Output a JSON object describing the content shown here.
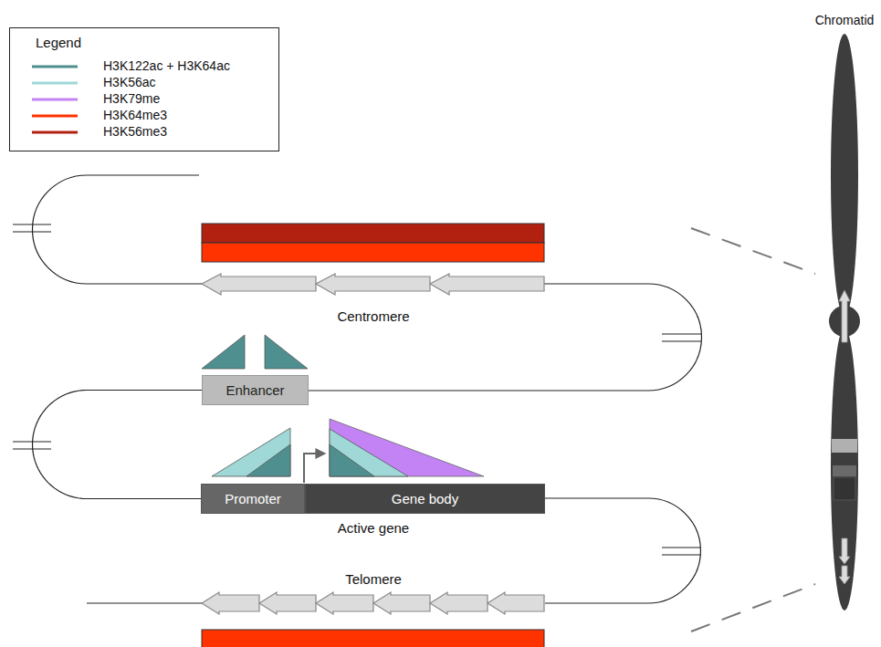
{
  "diagram": {
    "nodes": [
      {
        "text": [
          "Enhancer"
        ]
      },
      {
        "text": [
          "Promoter"
        ]
      },
      {
        "text": [
          "Gene body"
        ]
      }
    ],
    "edges": [
      {
        "from": 0,
        "to": 1,
        "arrow": "none"
      }
    ],
    "labels": [
      "Legend",
      "Centromere",
      "Active gene",
      "Telomere",
      "Chromatid"
    ],
    "legend": [
      {
        "text": "H3K122ac + H3K64ac",
        "color": "#4f8f8f"
      },
      {
        "text": "H3K56ac",
        "color": "#9fd8d7"
      },
      {
        "text": "H3K79me",
        "color": "#c383f5"
      },
      {
        "text": "H3K64me3",
        "color": "#ff3300"
      },
      {
        "text": "H3K56me3",
        "color": "#b22010"
      }
    ]
  }
}
